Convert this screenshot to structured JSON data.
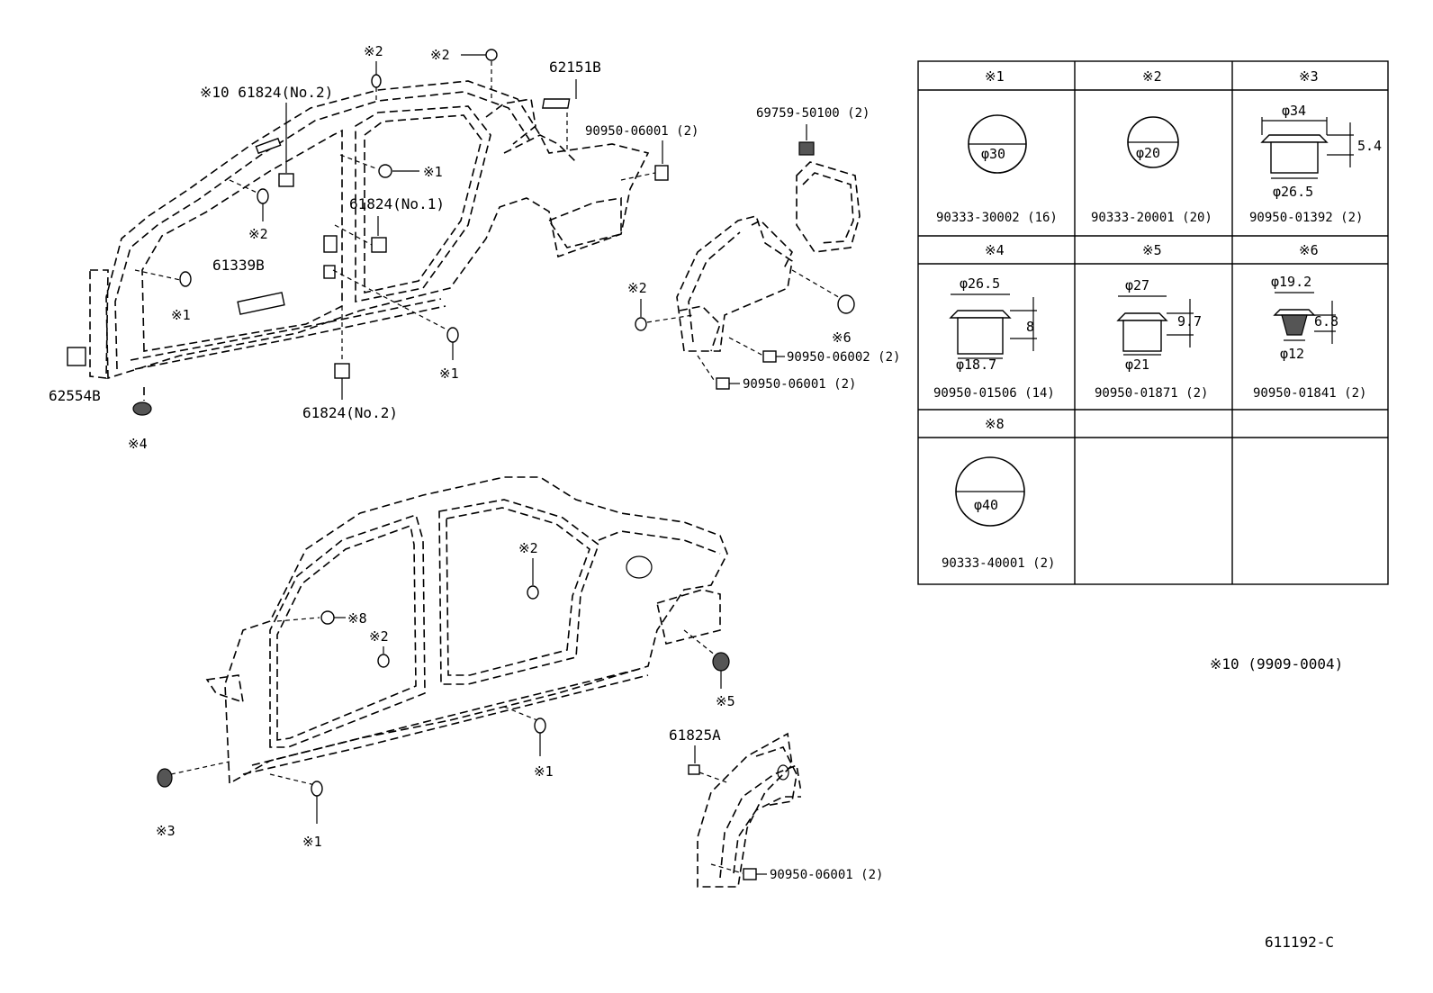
{
  "callouts": {
    "sill_left": "62554B",
    "pad_side": "61339B",
    "seal_no2_top": "※10 61824(No.2)",
    "seal_no1": "61824(No.1)",
    "seal_no2_bottom": "61824(No.2)",
    "roof_pad": "62151B",
    "clip_rear_upper": "90950-06001 (2)",
    "ext_clip": "69759-50100 (2)",
    "clip_06002": "90950-06002 (2)",
    "clip_06001_mid": "90950-06001 (2)",
    "pad_61825A": "61825A",
    "clip_06001_low": "90950-06001 (2)"
  },
  "markers": {
    "m1": "※1",
    "m2": "※2",
    "m3": "※3",
    "m4": "※4",
    "m5": "※5",
    "m6": "※6",
    "m8": "※8"
  },
  "legend_table": [
    {
      "symbol": "※1",
      "dims": [
        "φ30"
      ],
      "part": "90333-30002 (16)"
    },
    {
      "symbol": "※2",
      "dims": [
        "φ20"
      ],
      "part": "90333-20001 (20)"
    },
    {
      "symbol": "※3",
      "dims": [
        "φ34",
        "5.4",
        "φ26.5"
      ],
      "part": "90950-01392 (2)"
    },
    {
      "symbol": "※4",
      "dims": [
        "φ26.5",
        "8",
        "φ18.7"
      ],
      "part": "90950-01506 (14)"
    },
    {
      "symbol": "※5",
      "dims": [
        "φ27",
        "9.7",
        "φ21"
      ],
      "part": "90950-01871 (2)"
    },
    {
      "symbol": "※6",
      "dims": [
        "φ19.2",
        "6.8",
        "φ12"
      ],
      "part": "90950-01841 (2)"
    },
    {
      "symbol": "※8",
      "dims": [
        "φ40"
      ],
      "part": "90333-40001 (2)"
    }
  ],
  "footnote": "※10 (9909-0004)",
  "diagram_id": "611192-C"
}
